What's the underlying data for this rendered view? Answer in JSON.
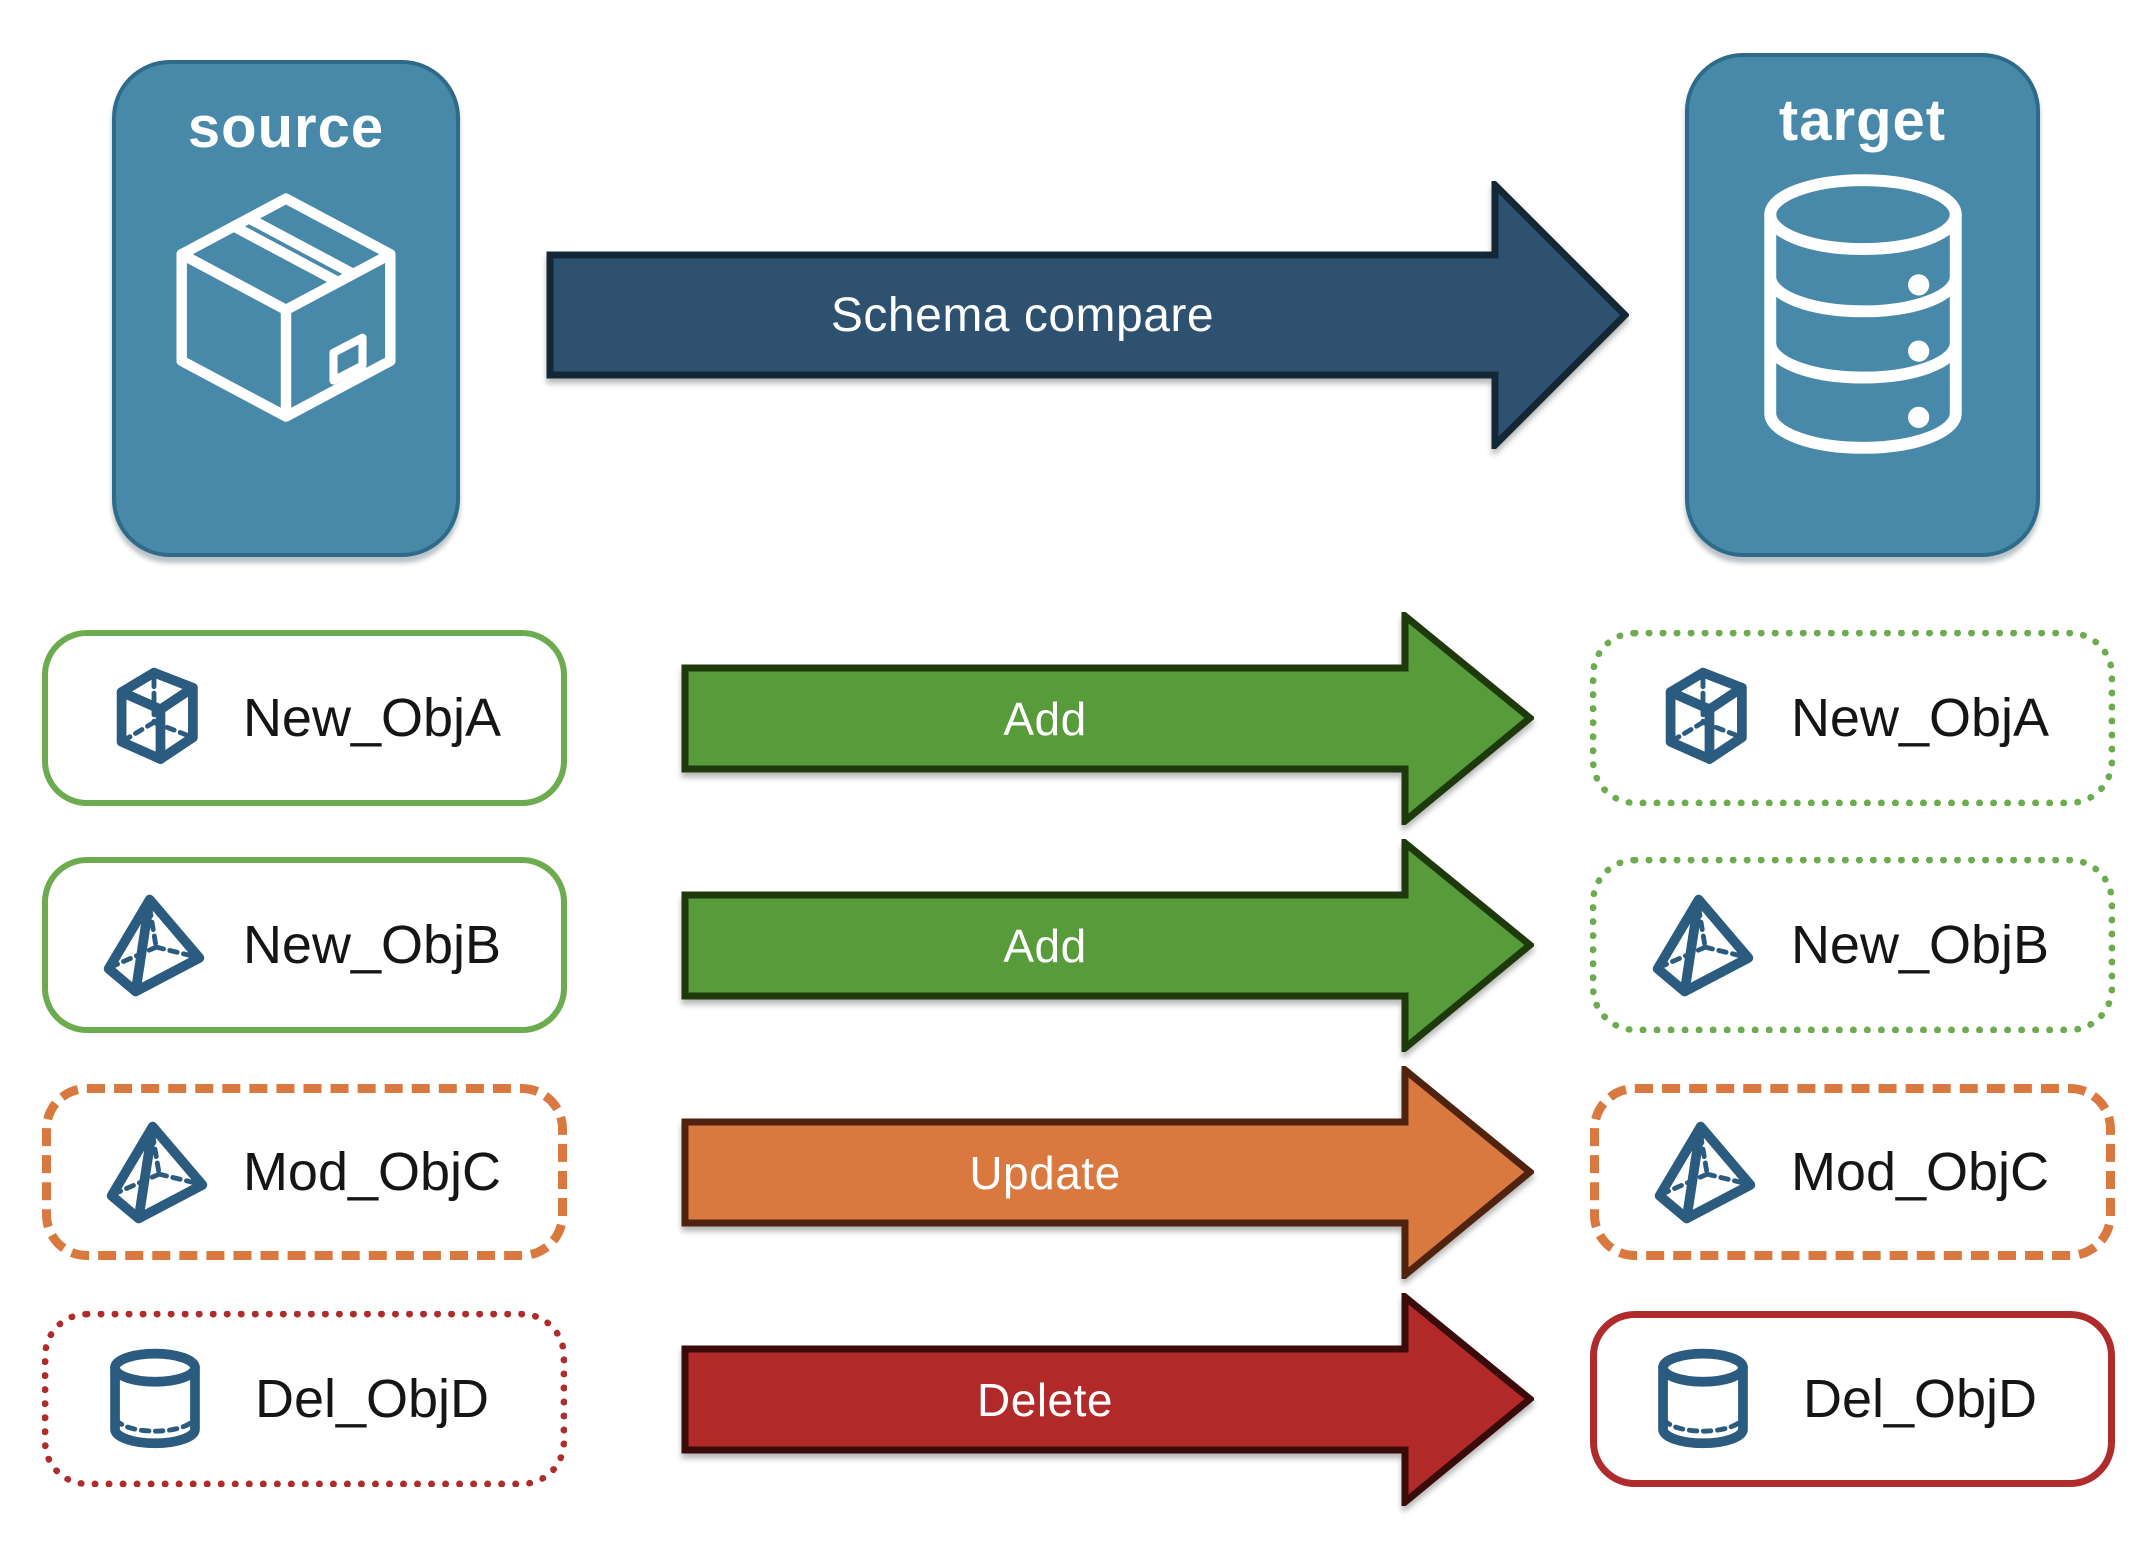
{
  "nodes": {
    "source": {
      "label": "source",
      "icon": "package-icon",
      "fill": "#4889A9"
    },
    "target": {
      "label": "target",
      "icon": "database-icon",
      "fill": "#4889A9"
    }
  },
  "compare_arrow": {
    "label": "Schema compare",
    "fill": "#2E5170"
  },
  "rows": [
    {
      "object": "New_ObjA",
      "icon": "cube-icon",
      "action": "Add",
      "action_fill": "#579B3B",
      "source_border": "solid green",
      "target_border": "dotted green"
    },
    {
      "object": "New_ObjB",
      "icon": "pyramid-icon",
      "action": "Add",
      "action_fill": "#579B3B",
      "source_border": "solid green",
      "target_border": "dotted green"
    },
    {
      "object": "Mod_ObjC",
      "icon": "pyramid-icon",
      "action": "Update",
      "action_fill": "#D9793F",
      "source_border": "dashed orange",
      "target_border": "dashed orange"
    },
    {
      "object": "Del_ObjD",
      "icon": "cylinder-icon",
      "action": "Delete",
      "action_fill": "#B22929",
      "source_border": "dotted red",
      "target_border": "solid red"
    }
  ],
  "colors": {
    "node_fill": "#4889A9",
    "node_border": "#2E6B88",
    "compare_fill": "#2E5170",
    "compare_border": "#142737",
    "add_fill": "#579B3B",
    "add_border": "#1E3A0D",
    "update_fill": "#D9793F",
    "update_border": "#4F2310",
    "delete_fill": "#B22929",
    "delete_border": "#3A0B0B",
    "green_box_border": "#6CAB4E",
    "orange_box_border": "#D9793F",
    "red_box_border": "#B02B2B",
    "icon_blue": "#2B5B7E",
    "label_text": "#151515",
    "background": "#FFFFFF"
  }
}
